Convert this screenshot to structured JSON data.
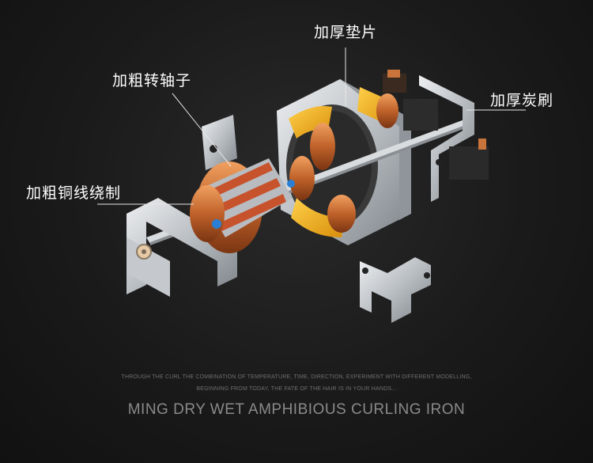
{
  "callouts": {
    "thick_gasket": "加厚垫片",
    "thick_rotor_shaft": "加粗转轴子",
    "thick_carbon_brush": "加厚炭刷",
    "thick_copper_winding": "加粗铜线绕制"
  },
  "tagline": {
    "line1": "THROUGH THE CURL THE COMBINATION OF TEMPERATURE, TIME, DIRECTION, EXPERIMENT WITH DIFFERENT MODELLING,",
    "line2": "BEGINNING FROM TODAY, THE FATE OF THE HAIR IS IN YOUR HANDS..."
  },
  "product_title": "MING DRY WET AMPHIBIOUS CURLING IRON",
  "colors": {
    "background": "#1a1a1a",
    "copper": "#c8743a",
    "steel": "#c9cdd1",
    "tape_yellow": "#f2b21a",
    "accent_blue": "#2a7fd4"
  }
}
